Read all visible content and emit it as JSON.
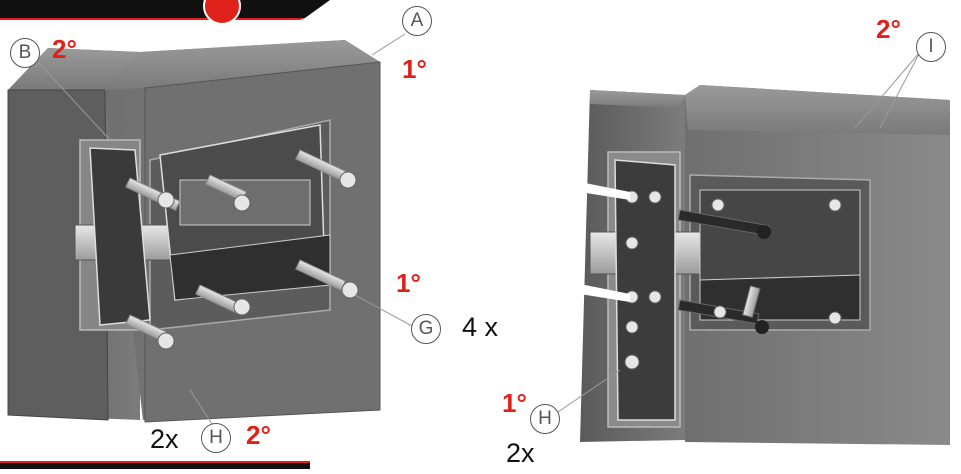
{
  "callouts": {
    "A": "A",
    "B": "B",
    "G": "G",
    "H": "H",
    "I": "I"
  },
  "steps": {
    "first": "1°",
    "second": "2°"
  },
  "quantities": {
    "four": "4 x",
    "two": "2x"
  },
  "colors": {
    "red": "#e0211b",
    "gray": "#6b6b6b"
  }
}
